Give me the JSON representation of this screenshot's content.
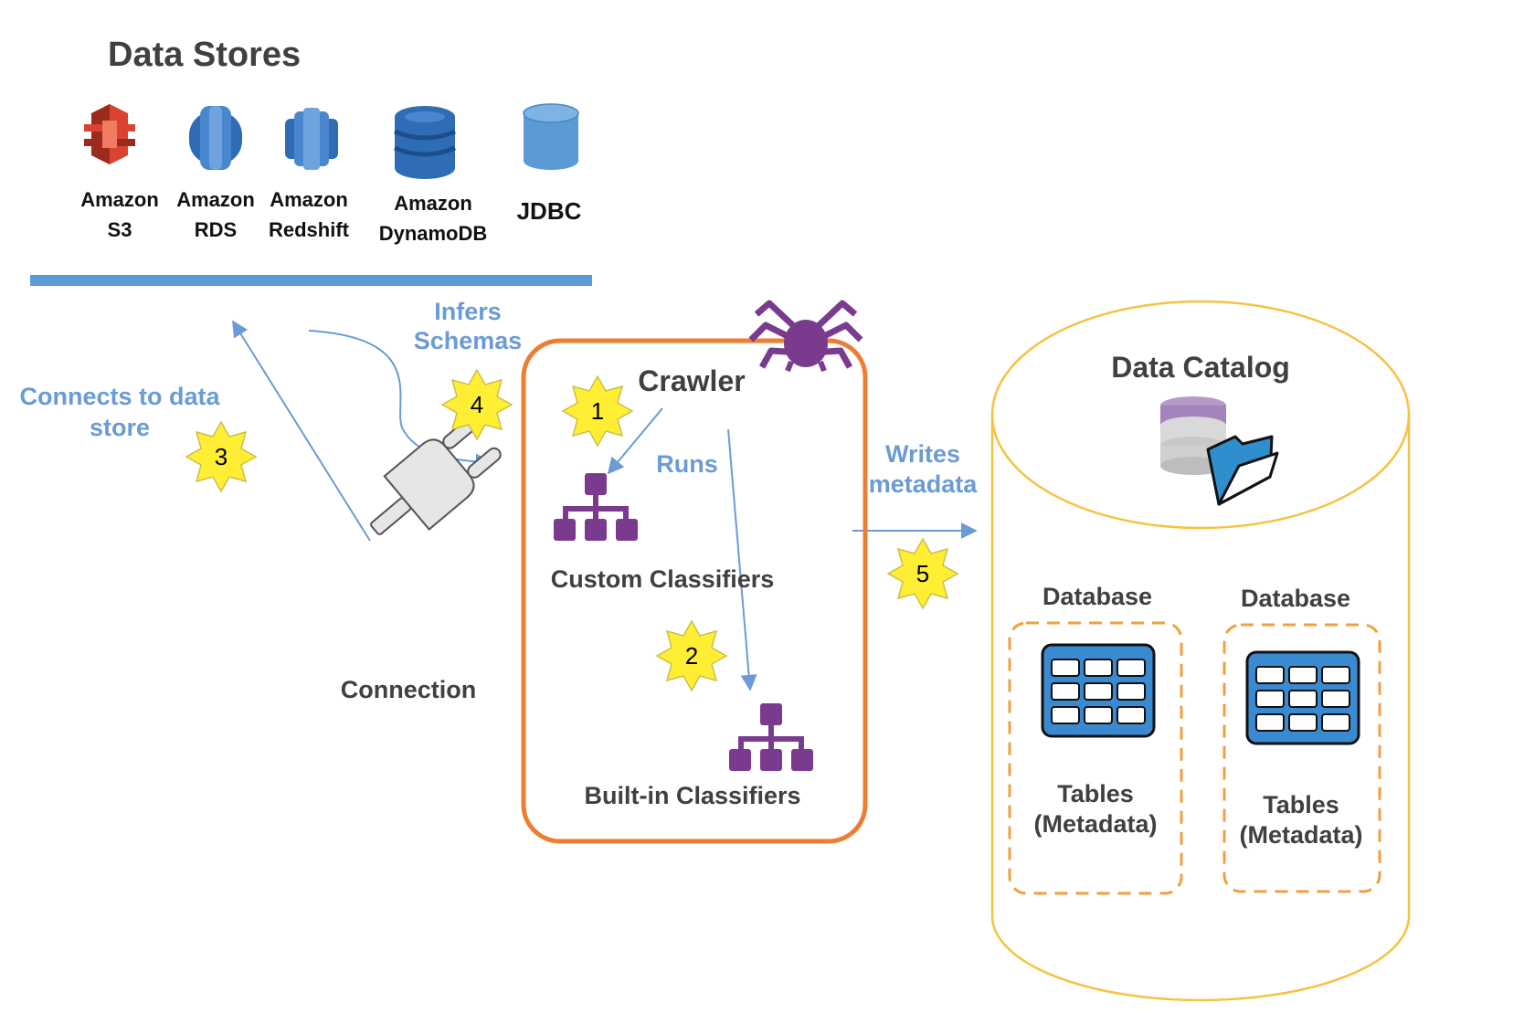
{
  "data_stores": {
    "title": "Data Stores",
    "items": [
      {
        "line1": "Amazon",
        "line2": "S3",
        "icon": "amazon-s3-icon",
        "color": "#d9432f"
      },
      {
        "line1": "Amazon",
        "line2": "RDS",
        "icon": "amazon-rds-icon",
        "color": "#2e6db5"
      },
      {
        "line1": "Amazon",
        "line2": "Redshift",
        "icon": "amazon-redshift-icon",
        "color": "#2e6db5"
      },
      {
        "line1": "Amazon",
        "line2": "DynamoDB",
        "icon": "amazon-dynamodb-icon",
        "color": "#2e6db5"
      },
      {
        "line1": "JDBC",
        "line2": "",
        "icon": "jdbc-cylinder-icon",
        "color": "#5b9bd5"
      }
    ]
  },
  "flow": {
    "connects_line1": "Connects to data",
    "connects_line2": "store",
    "infers_line1": "Infers",
    "infers_line2": "Schemas",
    "runs": "Runs",
    "writes_line1": "Writes",
    "writes_line2": "metadata"
  },
  "crawler": {
    "title": "Crawler",
    "custom": "Custom Classifiers",
    "builtin": "Built-in Classifiers",
    "icon": "spider-icon"
  },
  "connection": {
    "label": "Connection",
    "icon": "plug-icon"
  },
  "catalog": {
    "title": "Data Catalog",
    "databases": [
      {
        "label": "Database",
        "tables_line1": "Tables",
        "tables_line2": "(Metadata)"
      },
      {
        "label": "Database",
        "tables_line1": "Tables",
        "tables_line2": "(Metadata)"
      }
    ]
  },
  "badges": [
    "1",
    "2",
    "3",
    "4",
    "5"
  ],
  "colors": {
    "blue": "#6a9bd6",
    "orange": "#ed7d31",
    "purple": "#7a3b8f",
    "yellow": "#ffee33",
    "cylinder": "#f5c242"
  }
}
